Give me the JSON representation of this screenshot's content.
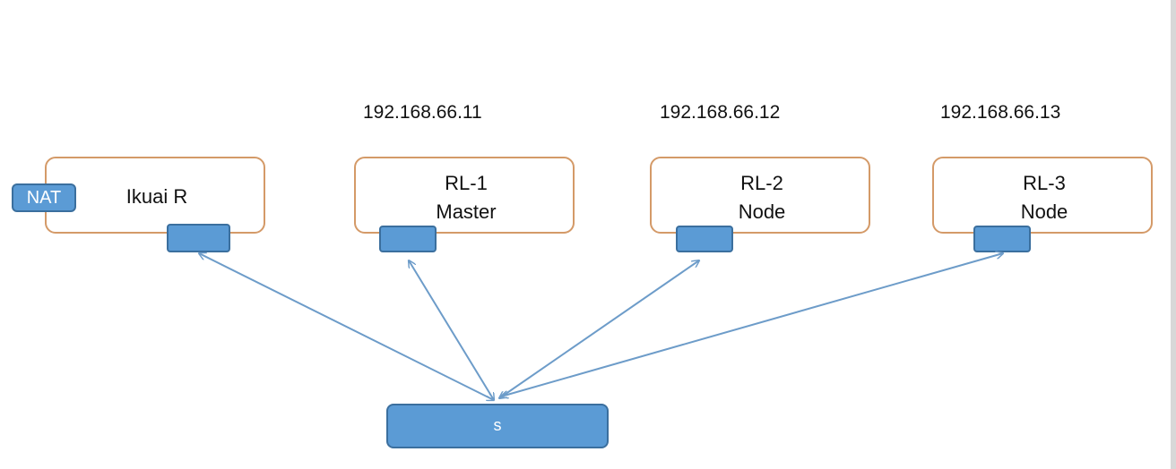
{
  "colors": {
    "port_fill": "#5b9bd5",
    "port_border": "#3b6f9e",
    "host_border": "#d49a68",
    "link": "#6d9cc9"
  },
  "nat_label": "NAT",
  "switch_label": "s",
  "hosts": [
    {
      "id": "ikuai",
      "ip": "",
      "line1": "Ikuai  R",
      "line2": ""
    },
    {
      "id": "rl1",
      "ip": "192.168.66.11",
      "line1": "RL-1",
      "line2": "Master"
    },
    {
      "id": "rl2",
      "ip": "192.168.66.12",
      "line1": "RL-2",
      "line2": "Node"
    },
    {
      "id": "rl3",
      "ip": "192.168.66.13",
      "line1": "RL-3",
      "line2": "Node"
    }
  ]
}
